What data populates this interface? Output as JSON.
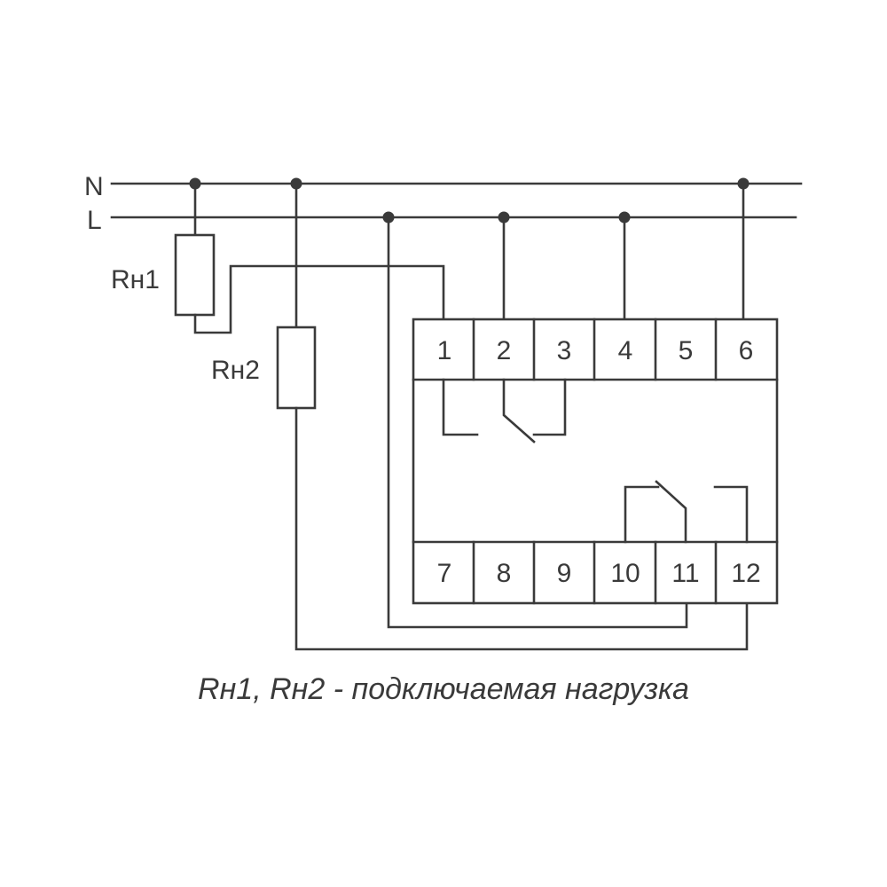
{
  "lines": {
    "neutral": "N",
    "live": "L"
  },
  "loads": {
    "r1": "Rн1",
    "r2": "Rн2"
  },
  "terminals_top": [
    "1",
    "2",
    "3",
    "4",
    "5",
    "6"
  ],
  "terminals_bottom": [
    "7",
    "8",
    "9",
    "10",
    "11",
    "12"
  ],
  "caption": "Rн1, Rн2 - подключаемая нагрузка",
  "colors": {
    "line": "#3a3a3a",
    "background": "#ffffff"
  }
}
